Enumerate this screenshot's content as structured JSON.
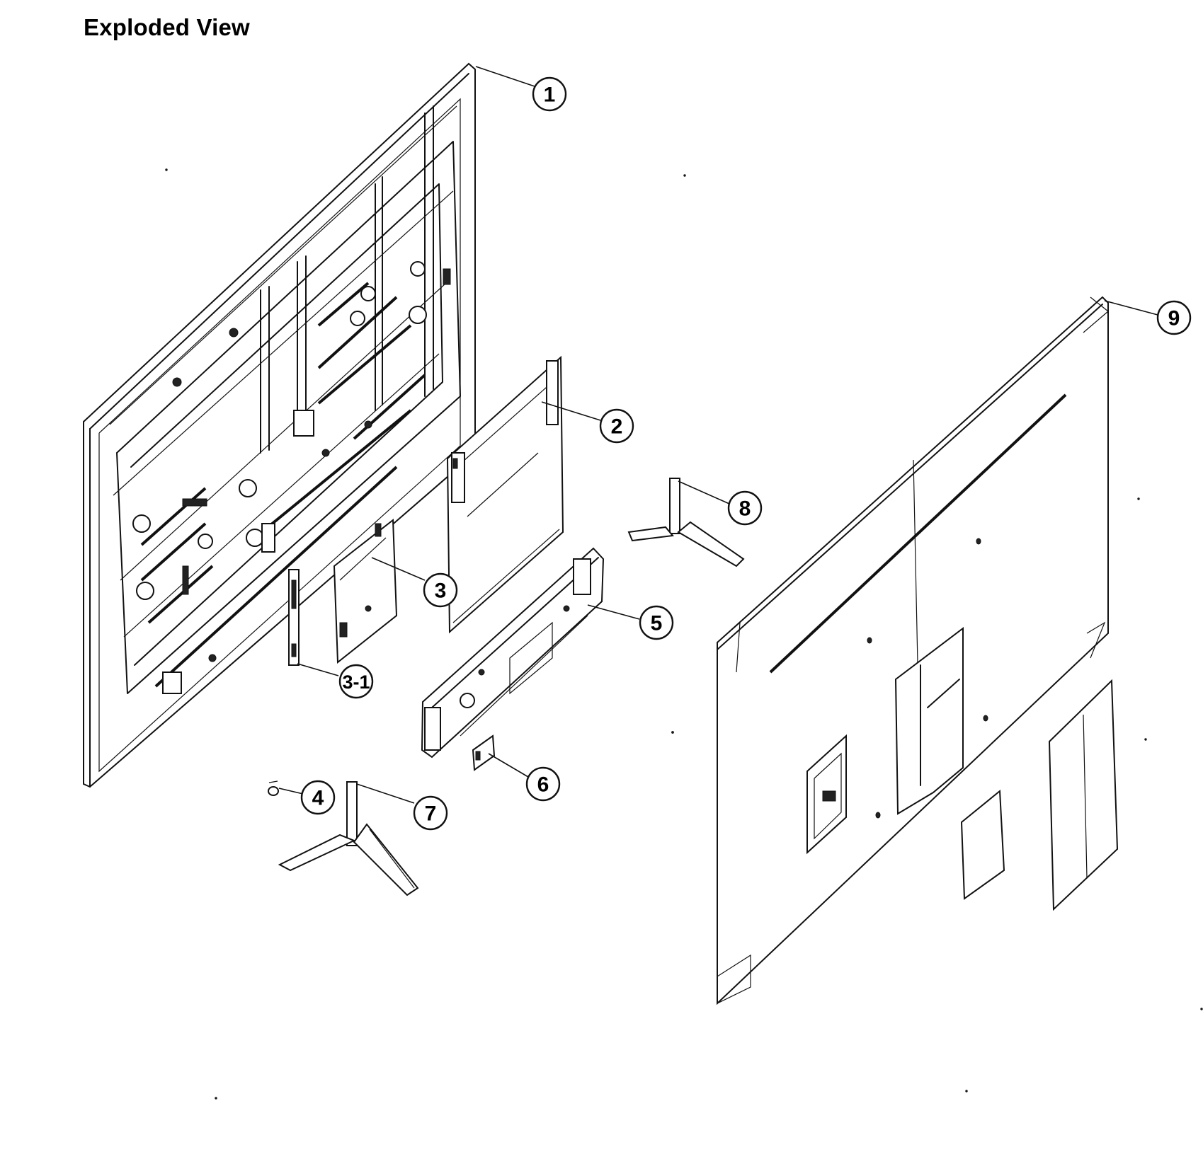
{
  "title": "Exploded View",
  "callouts": [
    {
      "id": "1",
      "label": "1"
    },
    {
      "id": "2",
      "label": "2"
    },
    {
      "id": "3",
      "label": "3"
    },
    {
      "id": "3-1",
      "label": "3-1"
    },
    {
      "id": "4",
      "label": "4"
    },
    {
      "id": "5",
      "label": "5"
    },
    {
      "id": "6",
      "label": "6"
    },
    {
      "id": "7",
      "label": "7"
    },
    {
      "id": "8",
      "label": "8"
    },
    {
      "id": "9",
      "label": "9"
    }
  ]
}
